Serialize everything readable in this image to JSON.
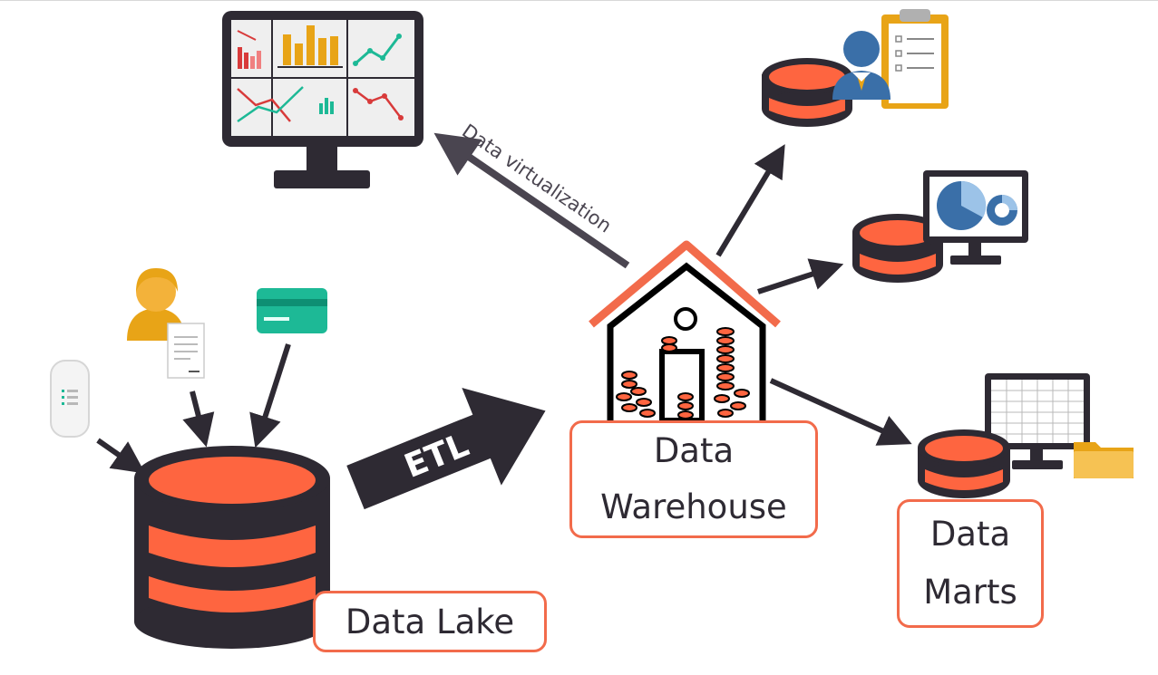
{
  "labels": {
    "data_lake": "Data Lake",
    "data_warehouse_line1": "Data",
    "data_warehouse_line2": "Warehouse",
    "data_marts_line1": "Data",
    "data_marts_line2": "Marts"
  },
  "arrows": {
    "etl": "ETL",
    "virtualization": "Data virtualization"
  },
  "colors": {
    "accent": "#f26b4b",
    "dark": "#2e2a33",
    "teal": "#1db996",
    "gold": "#e8a417",
    "blue": "#3a6fa8"
  },
  "icons": [
    "bi-dashboard-monitor-icon",
    "mobile-device-icon",
    "person-document-icon",
    "credit-card-icon",
    "data-lake-database-icon",
    "data-warehouse-house-icon",
    "business-user-clipboard-icon",
    "pie-chart-monitor-icon",
    "spreadsheet-monitor-icon",
    "folder-icon"
  ]
}
